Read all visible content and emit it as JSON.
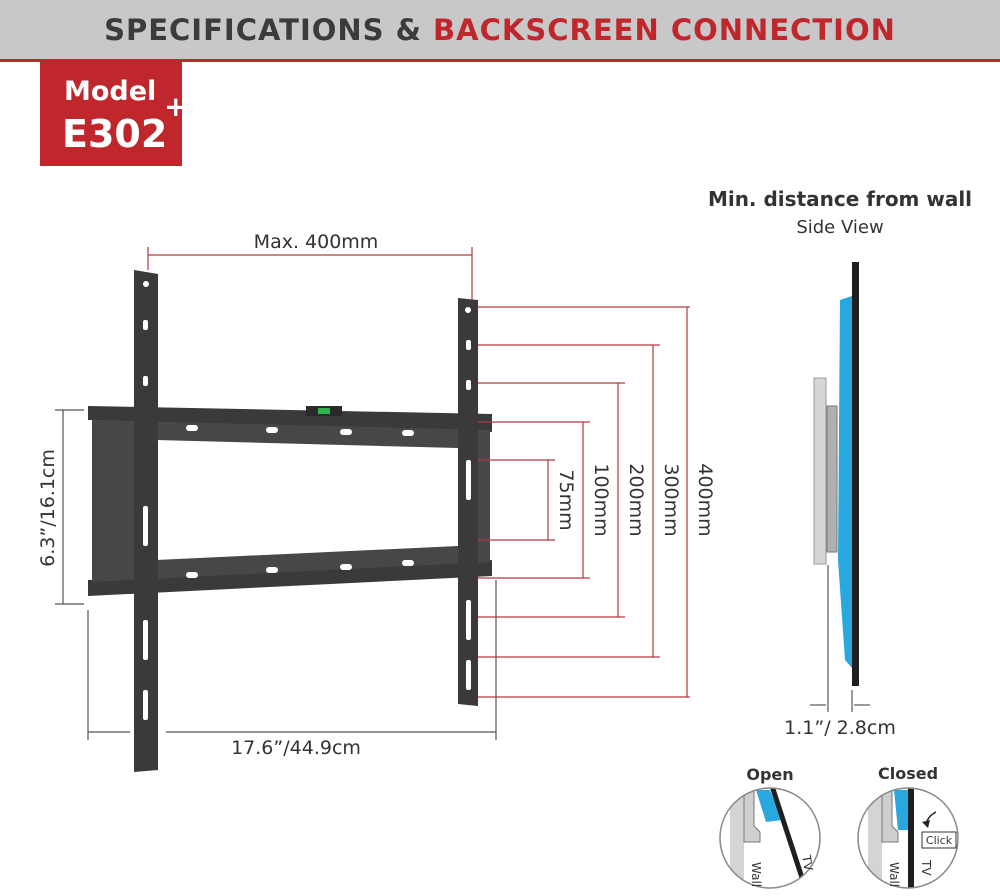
{
  "header": {
    "title_part1": "SPECIFICATIONS & ",
    "title_part2": "BACKSCREEN CONNECTION"
  },
  "badge": {
    "label": "Model",
    "model": "E302",
    "plus": "+"
  },
  "front_view": {
    "max_width": "Max. 400mm",
    "height": "6.3”/16.1cm",
    "width": "17.6”/44.9cm",
    "vesa_heights": [
      "75mm",
      "100mm",
      "200mm",
      "300mm",
      "400mm"
    ]
  },
  "side_view": {
    "title": "Min. distance from wall",
    "subtitle": "Side View",
    "distance": "1.1”/ 2.8cm"
  },
  "lock_views": {
    "open_label": "Open",
    "closed_label": "Closed",
    "wall_label": "Wall",
    "tv_label": "TV",
    "click_label": "Click"
  },
  "colors": {
    "accent": "#c0272d",
    "dimension": "#b23a3f",
    "bracket": "#3a3a3a",
    "tv_blue": "#29a8e0"
  }
}
